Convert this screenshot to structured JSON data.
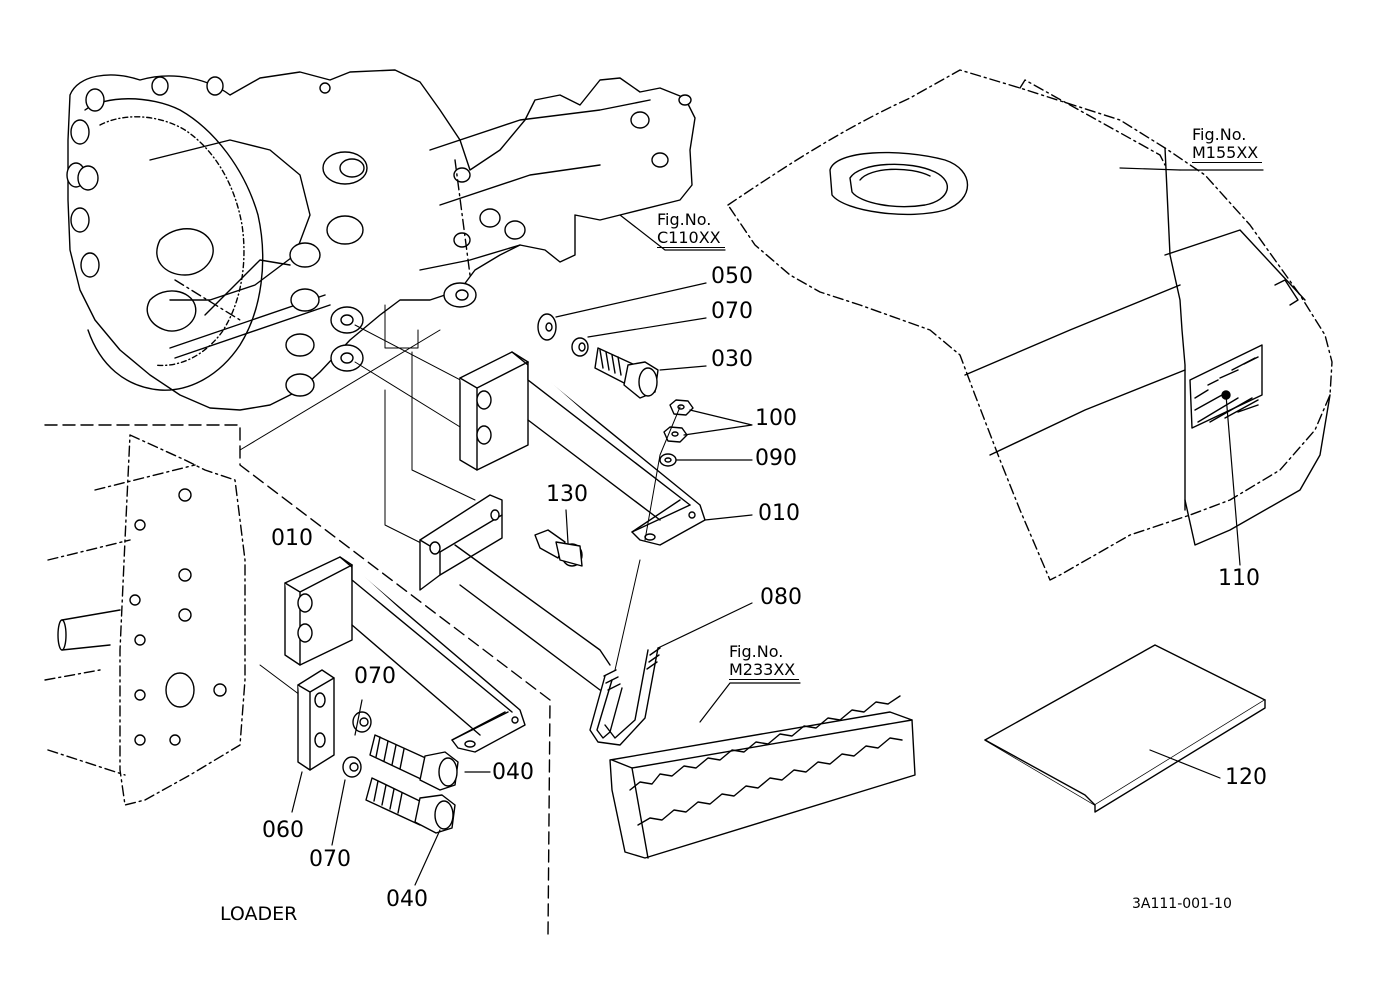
{
  "parts": {
    "p050": "050",
    "p070_a": "070",
    "p030": "030",
    "p100": "100",
    "p090": "090",
    "p010_right": "010",
    "p130": "130",
    "p080": "080",
    "p010_left": "010",
    "p070_b": "070",
    "p040_a": "040",
    "p060": "060",
    "p070_c": "070",
    "p040_b": "040",
    "p110": "110",
    "p120": "120"
  },
  "fig_refs": {
    "c110": {
      "label": "Fig.No.",
      "code": "C110XX"
    },
    "m155": {
      "label": "Fig.No.",
      "code": "M155XX"
    },
    "m233": {
      "label": "Fig.No.",
      "code": "M233XX"
    }
  },
  "section_label": "LOADER",
  "drawing_id": "3A111-001-10",
  "colors": {
    "ink": "#000000",
    "paper": "#ffffff"
  }
}
